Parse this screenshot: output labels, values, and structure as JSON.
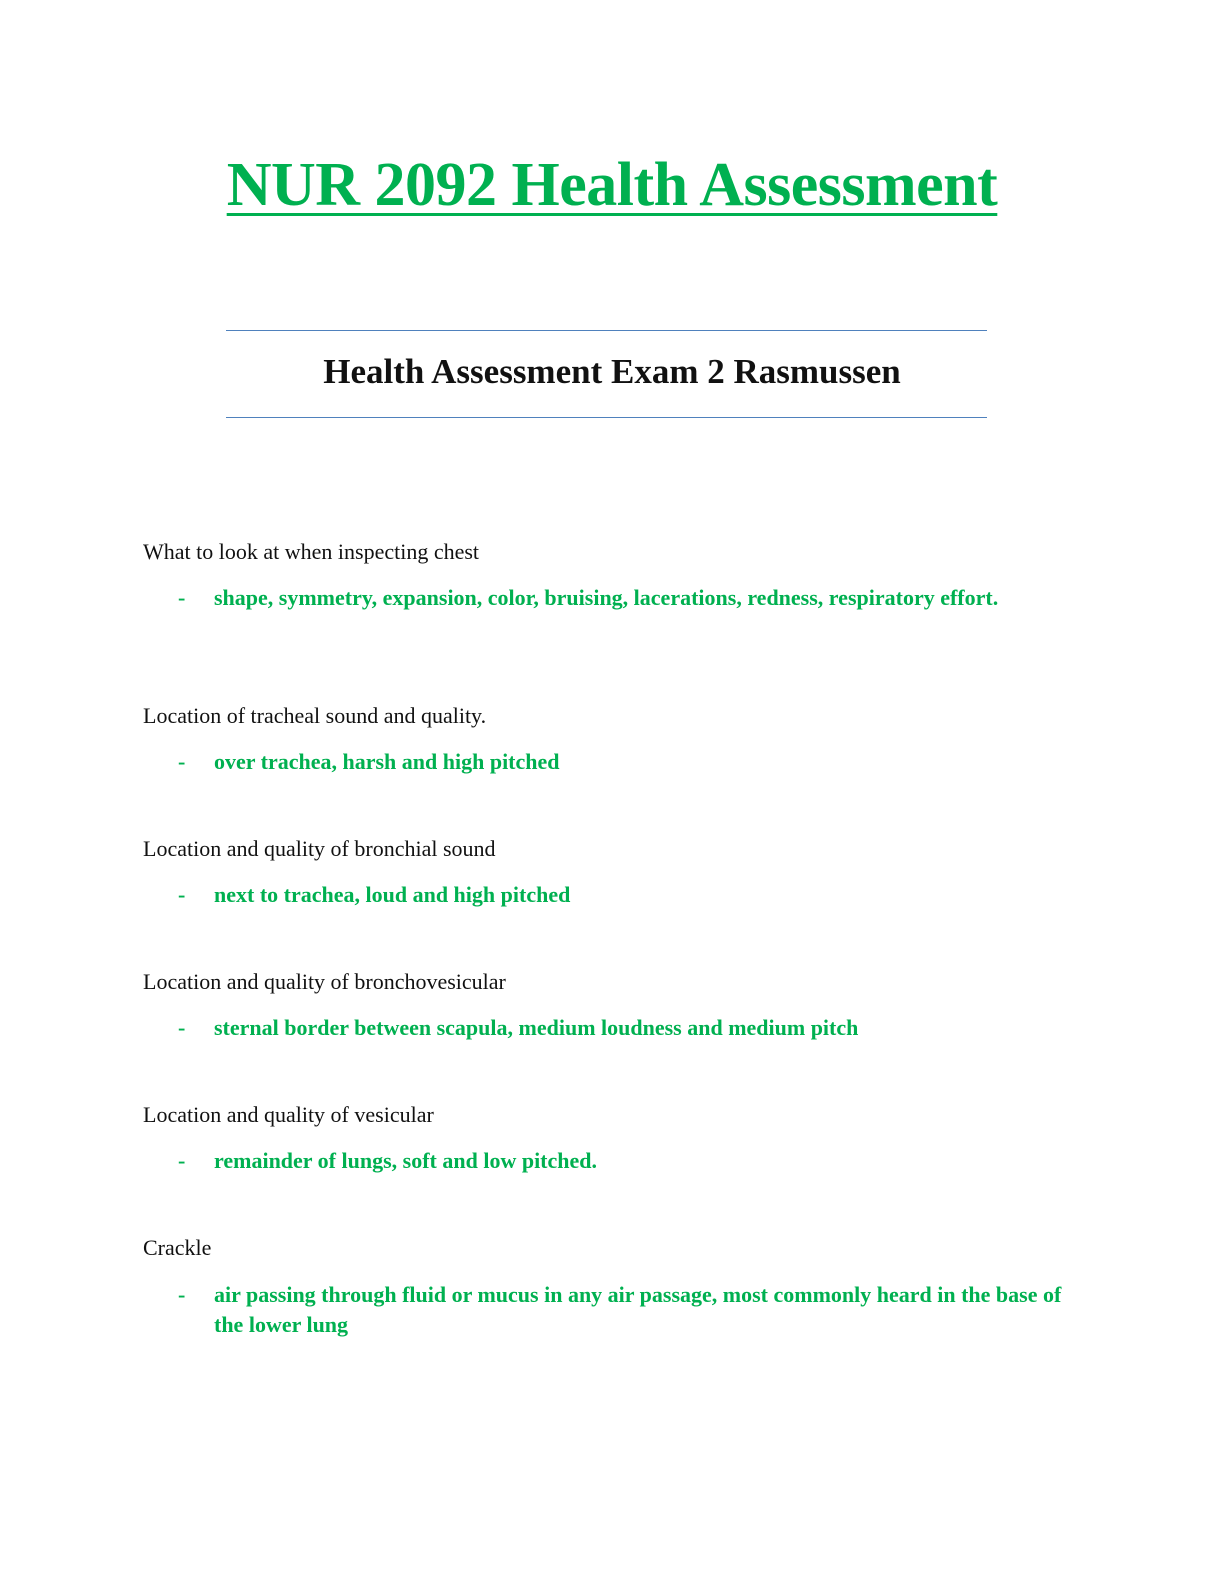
{
  "document": {
    "title": "NUR 2092 Health Assessment",
    "subtitle": "Health Assessment Exam 2 Rasmussen",
    "accent_color": "#00b050",
    "rule_color": "#4f81bd",
    "items": [
      {
        "question": "What to look at when inspecting chest",
        "bullet": "-",
        "answer": "shape, symmetry, expansion, color, bruising, lacerations, redness, respiratory effort."
      },
      {
        "question": "Location of tracheal sound and quality.",
        "bullet": "-",
        "answer": "over trachea, harsh and high pitched"
      },
      {
        "question": "Location and quality of bronchial sound",
        "bullet": "-",
        "answer": "next to trachea, loud and high pitched"
      },
      {
        "question": "Location and quality of bronchovesicular",
        "bullet": "-",
        "answer": "sternal border between scapula, medium loudness and medium pitch"
      },
      {
        "question": "Location and quality of vesicular",
        "bullet": "-",
        "answer": "remainder of lungs, soft and low pitched."
      },
      {
        "question": "Crackle",
        "bullet": "-",
        "answer": "air passing through fluid or mucus in any air passage, most commonly heard in the base of the lower lung"
      }
    ]
  }
}
